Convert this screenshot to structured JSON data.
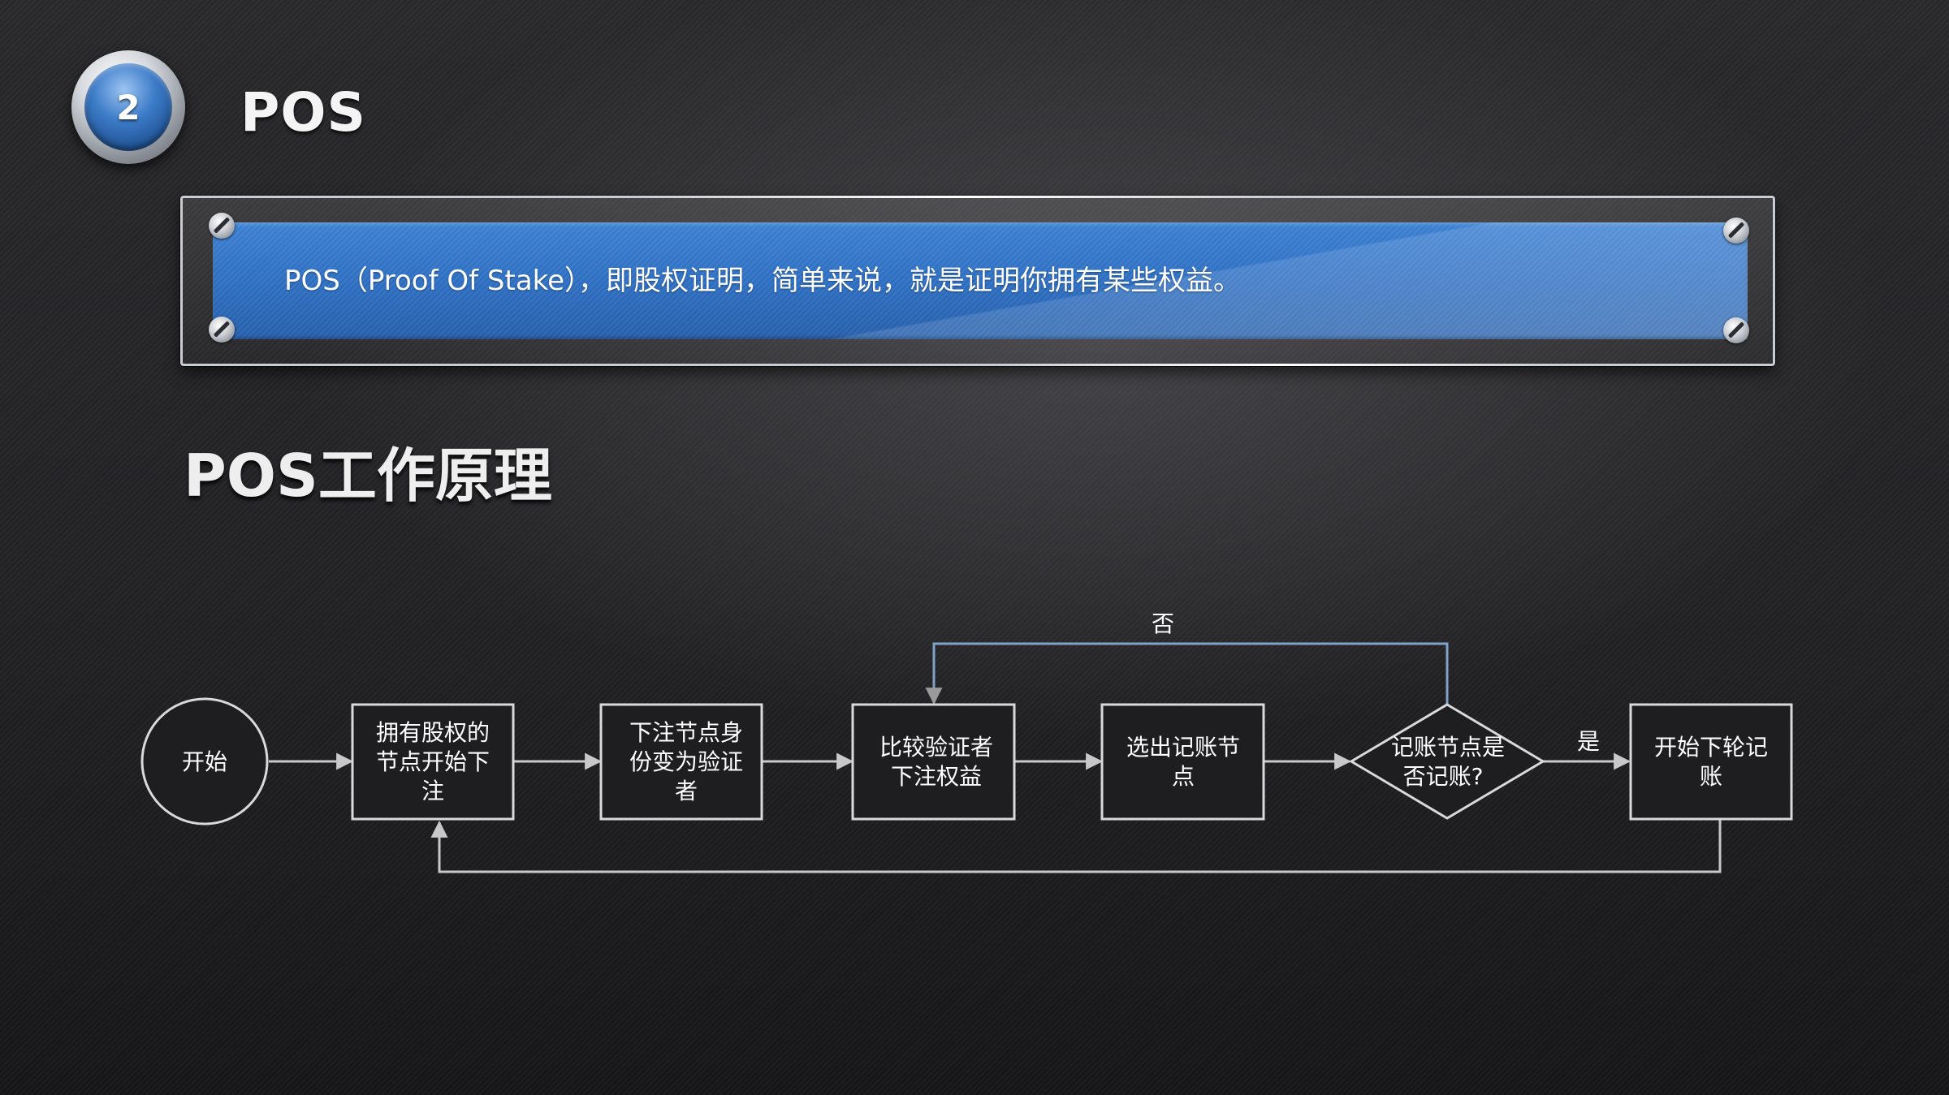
{
  "header": {
    "badge_number": "2",
    "title": "POS"
  },
  "banner": {
    "text": "POS（Proof Of Stake），即股权证明，简单来说，就是证明你拥有某些权益。"
  },
  "subsection": {
    "title": "POS工作原理"
  },
  "flowchart": {
    "nodes": [
      {
        "id": "start",
        "shape": "circle",
        "lines": [
          "开始"
        ]
      },
      {
        "id": "stake",
        "shape": "rect",
        "lines": [
          "拥有股权的",
          "节点开始下",
          "注"
        ]
      },
      {
        "id": "validator",
        "shape": "rect",
        "lines": [
          "下注节点身",
          "份变为验证",
          "者"
        ]
      },
      {
        "id": "compare",
        "shape": "rect",
        "lines": [
          "比较验证者",
          "下注权益"
        ]
      },
      {
        "id": "select",
        "shape": "rect",
        "lines": [
          "选出记账节",
          "点"
        ]
      },
      {
        "id": "decision",
        "shape": "diamond",
        "lines": [
          "记账节点是",
          "否记账?"
        ]
      },
      {
        "id": "next_round",
        "shape": "rect",
        "lines": [
          "开始下轮记",
          "账"
        ]
      }
    ],
    "edge_labels": {
      "no": "否",
      "yes": "是"
    },
    "colors": {
      "line": "#c8c8c8",
      "feedback_line": "#7fa3c8",
      "node_border": "#d9d9d9"
    }
  },
  "theme": {
    "banner_blue": "#2f70c4",
    "badge_blue": "#3d7cc9"
  }
}
